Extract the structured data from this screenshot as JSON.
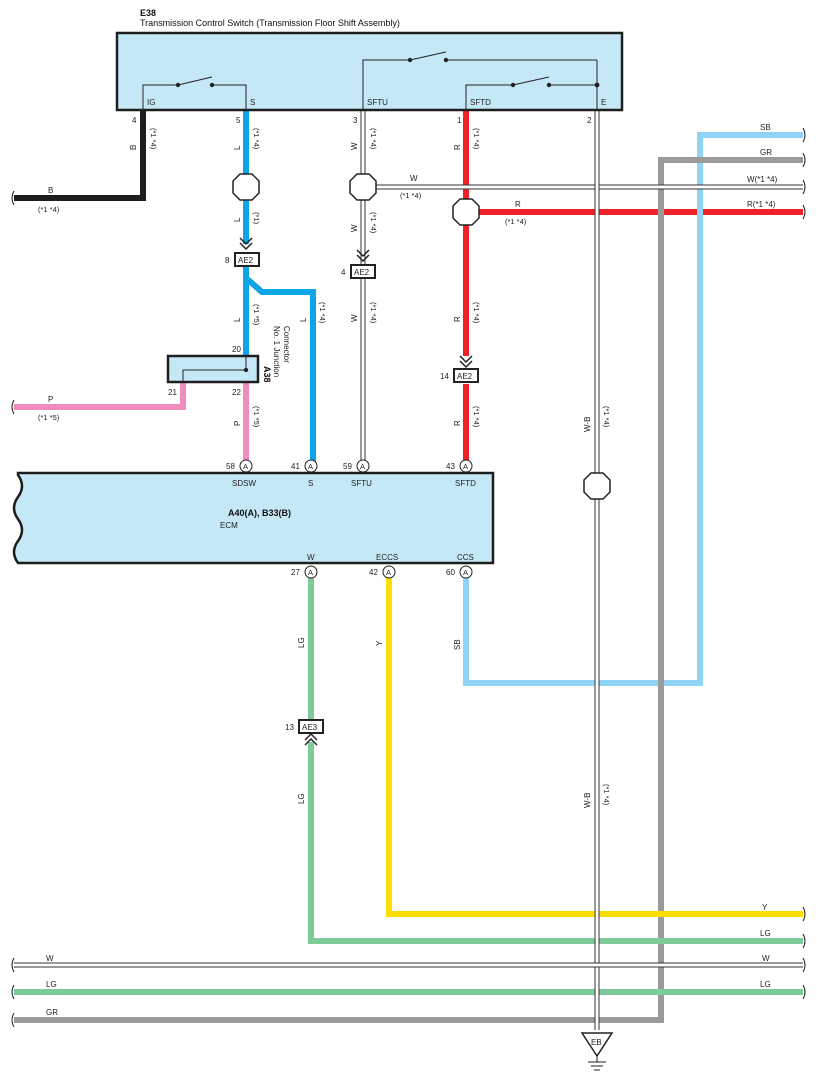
{
  "colors": {
    "B": "#1e1e1e",
    "L": "#0ea5e6",
    "SB": "#8fd3f5",
    "GR": "#9a9a9a",
    "R": "#ee2328",
    "P": "#f08bbd",
    "LG": "#7ecb9a",
    "Y": "#ffdd00",
    "box_fill": "#c5e8f7",
    "W": "#ffffff"
  },
  "switch": {
    "id": "E38",
    "name": "Transmission Control Switch (Transmission Floor Shift Assembly)",
    "terms": [
      "IG",
      "S",
      "SFTU",
      "SFTD",
      "E"
    ],
    "pins": [
      "4",
      "5",
      "3",
      "1",
      "2"
    ]
  },
  "ecm": {
    "id": "A40(A), B33(B)",
    "name": "ECM",
    "top_terms": [
      "SDSW",
      "S",
      "SFTU",
      "SFTD"
    ],
    "top_pins": [
      "58",
      "41",
      "59",
      "43"
    ],
    "bottom_terms": [
      "W",
      "ECCS",
      "CCS"
    ],
    "bottom_pins": [
      "27",
      "42",
      "60"
    ],
    "connector_letter": "A"
  },
  "junction": {
    "id": "A38",
    "name_line1": "No. 1 Junction",
    "name_line2": "Connector",
    "pins": [
      "20",
      "21",
      "22"
    ]
  },
  "connectors": {
    "ae2_a": {
      "pin": "8",
      "name": "AE2"
    },
    "ae2_b": {
      "pin": "4",
      "name": "AE2"
    },
    "ae2_c": {
      "pin": "14",
      "name": "AE2"
    },
    "ae3": {
      "pin": "13",
      "name": "AE3"
    }
  },
  "ground": {
    "name": "EB"
  },
  "wire_labels": {
    "b_vert": "B",
    "b_left": "B",
    "l1": "L",
    "l2": "L",
    "l3": "L",
    "l4": "L",
    "w1": "W",
    "w2": "W",
    "w_horiz": "W",
    "r1": "R",
    "r2": "R",
    "r3": "R",
    "r_horiz": "R",
    "p_left": "P",
    "p_vert": "P",
    "wb1": "W-B",
    "wb2": "W-B",
    "lg1": "LG",
    "lg2": "LG",
    "y_vert": "Y",
    "sb_vert": "SB"
  },
  "notes": {
    "n14": "(*1 *4)",
    "n1": "(*1)",
    "n15": "(*1 *5)"
  },
  "right_edge": {
    "sb": "SB",
    "gr": "GR",
    "w": "W(*1 *4)",
    "r": "R(*1 *4)",
    "y": "Y",
    "lg": "LG"
  },
  "bottom_edge": {
    "w_left": "W",
    "w_right": "W",
    "lg_left": "LG",
    "lg_right": "LG",
    "gr_left": "GR"
  }
}
